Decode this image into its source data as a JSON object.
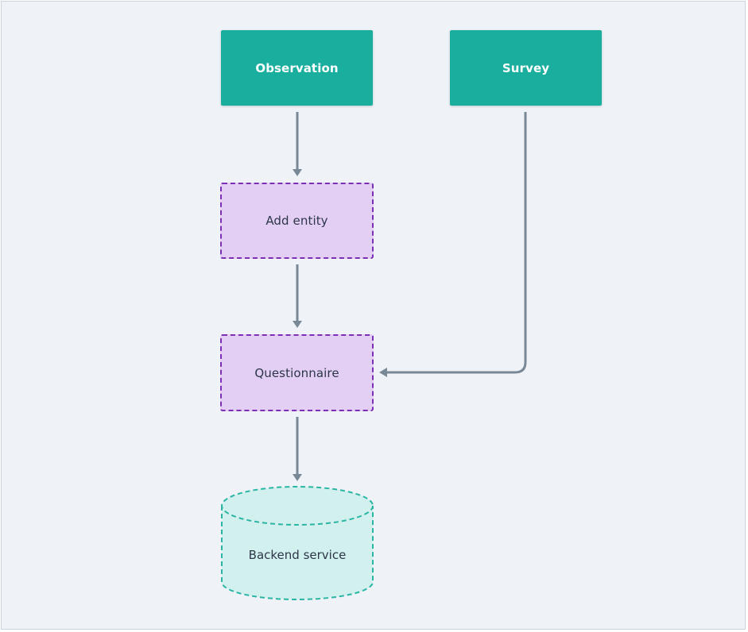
{
  "diagram": {
    "nodes": {
      "observation": "Observation",
      "survey": "Survey",
      "add_entity": "Add entity",
      "questionnaire": "Questionnaire",
      "backend_service": "Backend service"
    },
    "edges": [
      {
        "from": "Observation",
        "to": "Add entity"
      },
      {
        "from": "Add entity",
        "to": "Questionnaire"
      },
      {
        "from": "Survey",
        "to": "Questionnaire"
      },
      {
        "from": "Questionnaire",
        "to": "Backend service"
      }
    ]
  },
  "colors": {
    "background": "#eff3f7",
    "solid_node": "#1aae9f",
    "dashed_node_fill": "#e3cef4",
    "dashed_node_border": "#7b2fb5",
    "database_fill": "#d2f0ed",
    "database_border": "#2bb5a4",
    "edge": "#788896"
  }
}
